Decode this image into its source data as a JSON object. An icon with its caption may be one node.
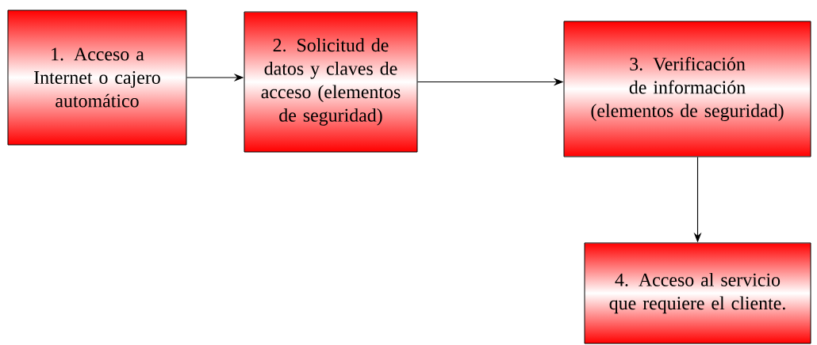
{
  "diagram": {
    "nodes": [
      {
        "text": [
          "1. Acceso a Internet o cajero automático"
        ]
      },
      {
        "text": [
          "2. Solicitud de datos y claves de acceso (elementos de seguridad)"
        ]
      },
      {
        "text": [
          "3. Verificación de información (elementos de seguridad)"
        ]
      },
      {
        "text": [
          "4. Acceso al servicio que requiere el cliente."
        ]
      }
    ],
    "edges": [
      {
        "from": 0,
        "to": 1,
        "arrow": "to"
      },
      {
        "from": 1,
        "to": 2,
        "arrow": "to"
      },
      {
        "from": 2,
        "to": 3,
        "arrow": "to"
      }
    ]
  }
}
